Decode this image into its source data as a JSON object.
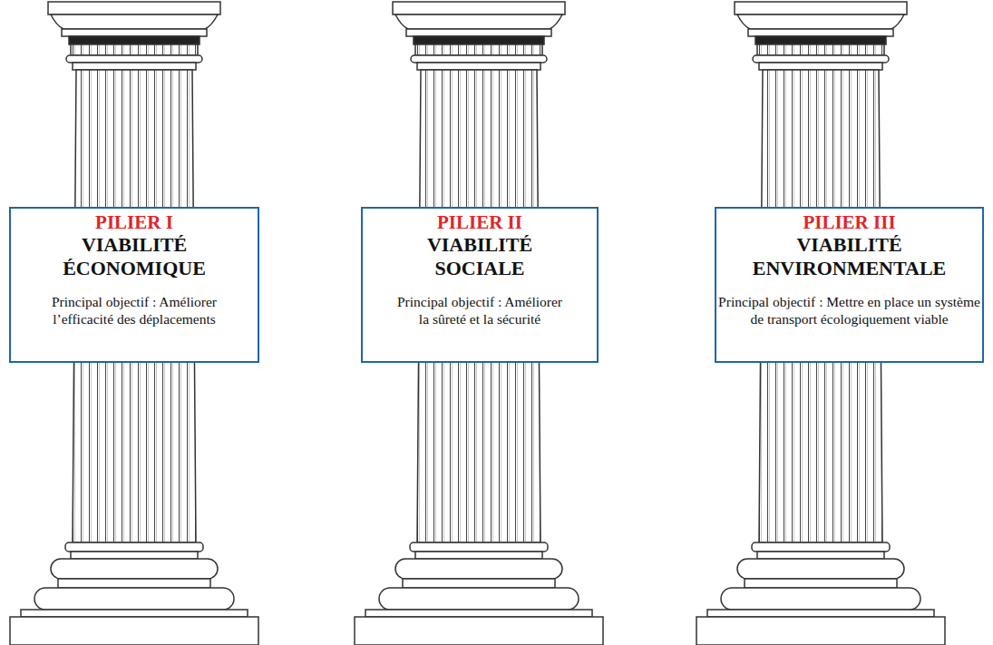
{
  "diagram": {
    "nodes": [
      {
        "text": [
          "PILIER I",
          "VIABILITÉ ÉCONOMIQUE",
          "Principal objectif : Améliorer l’efficacité des déplacements"
        ]
      },
      {
        "text": [
          "PILIER II",
          "VIABILITÉ SOCIALE",
          "Principal objectif : Améliorer la sûreté et la sécurité"
        ]
      },
      {
        "text": [
          "PILIER III",
          "VIABILITÉ ENVIRONMENTALE",
          "Principal objectif : Mettre en place un système de transport écologiquement viable"
        ]
      }
    ]
  }
}
